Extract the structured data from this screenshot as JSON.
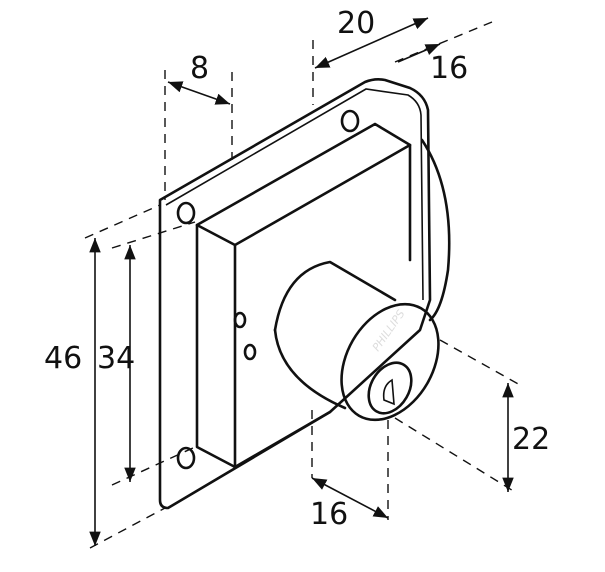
{
  "title": "Cam lock dimension drawing",
  "brand_mark": "PHILLIPS",
  "dimensions": {
    "top_depth": "20",
    "top_small": "16",
    "plate_offset": "8",
    "plate_height": "46",
    "body_height": "34",
    "cylinder_diameter": "22",
    "cylinder_length": "16"
  },
  "colors": {
    "line": "#111111",
    "background": "#ffffff"
  }
}
